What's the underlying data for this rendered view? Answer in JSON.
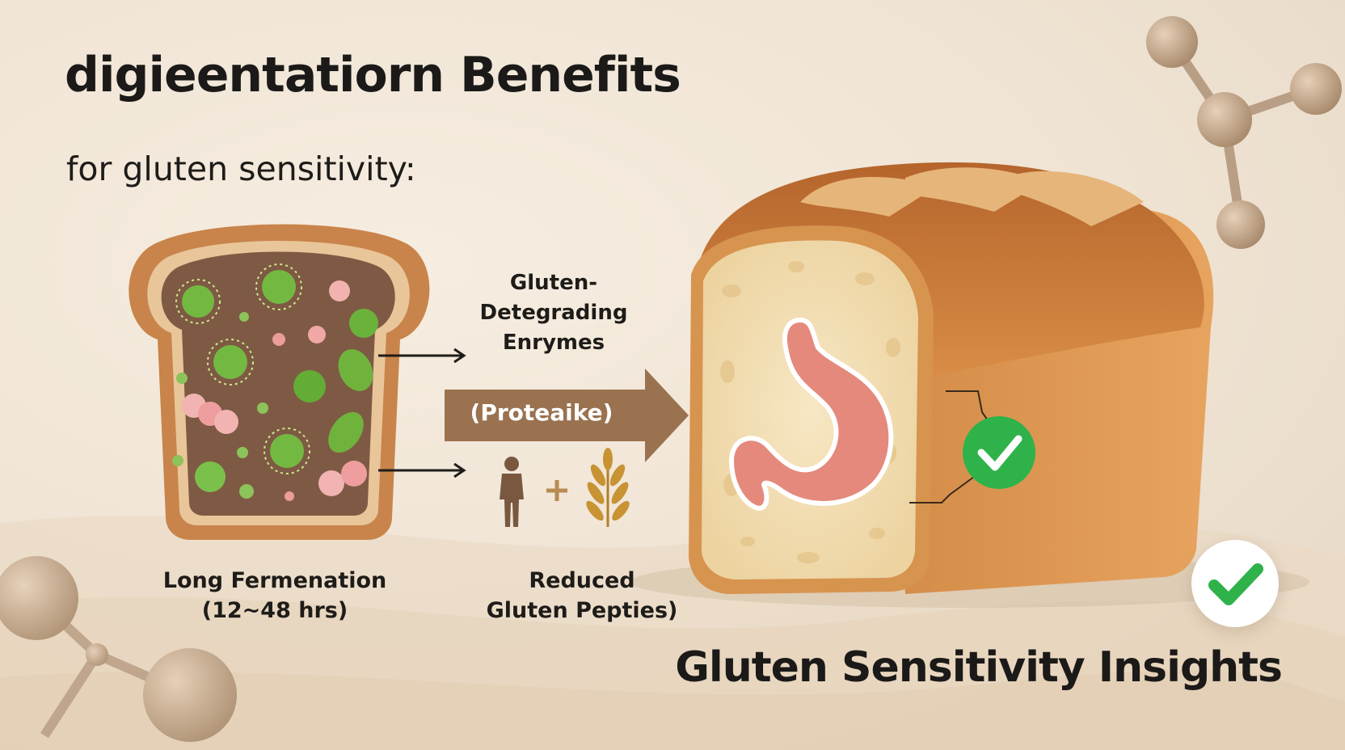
{
  "headline": "digieentatiorn Benefits",
  "subtitle": "for gluten sensitivity:",
  "diagram": {
    "enzymes_label": [
      "Gluten-",
      "Detegrading",
      "Enrymes"
    ],
    "protease_label": "(Proteaike)",
    "fermentation_label": [
      "Long Fermenation",
      "(12~48 hrs)"
    ],
    "reduced_label": [
      "Reduced",
      "Gluten Pepties)"
    ]
  },
  "footer_title": "Gluten Sensitivity Insights",
  "icons": [
    "bacteria-icon",
    "arrow-icon",
    "person-icon",
    "plus-icon",
    "wheat-icon",
    "stomach-icon",
    "check-icon",
    "molecule-icon"
  ],
  "colors": {
    "background": "#efe3d3",
    "arrow": "#9a7250",
    "bread_crust": "#c97a3a",
    "bread_crumb": "#f2dfb4",
    "microbe_green": "#6fb33c",
    "microbe_pink": "#e79a9a",
    "stomach": "#e4897c",
    "check_green": "#2fb24a",
    "text": "#1e1c19"
  }
}
